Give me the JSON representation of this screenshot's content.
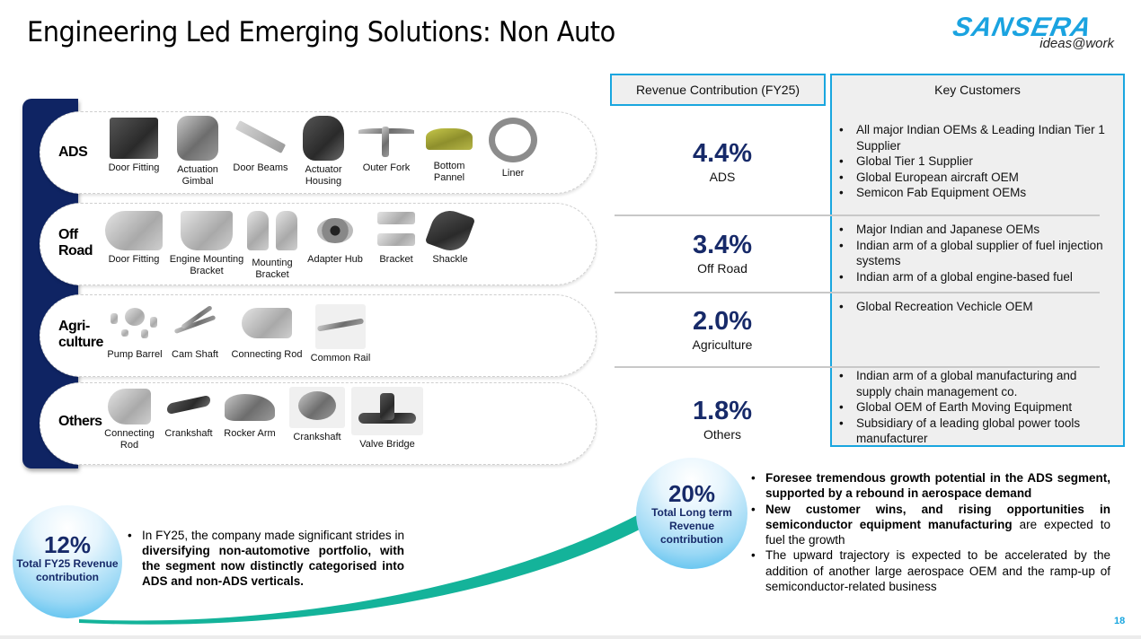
{
  "page": {
    "title": "Engineering Led Emerging Solutions: Non Auto",
    "page_number": "18"
  },
  "logo": {
    "brand": "SANSERA",
    "tagline": "ideas@work",
    "color": "#1aa3e0"
  },
  "segments": [
    {
      "label_line1": "ADS",
      "label_line2": "",
      "products": [
        {
          "name_line1": "Door Fitting",
          "name_line2": ""
        },
        {
          "name_line1": "Actuation",
          "name_line2": "Gimbal"
        },
        {
          "name_line1": "Door Beams",
          "name_line2": ""
        },
        {
          "name_line1": "Actuator",
          "name_line2": "Housing"
        },
        {
          "name_line1": "Outer Fork",
          "name_line2": ""
        },
        {
          "name_line1": "Bottom",
          "name_line2": "Pannel"
        },
        {
          "name_line1": "Liner",
          "name_line2": ""
        }
      ]
    },
    {
      "label_line1": "Off",
      "label_line2": "Road",
      "products": [
        {
          "name_line1": "Door Fitting",
          "name_line2": ""
        },
        {
          "name_line1": "Engine Mounting",
          "name_line2": "Bracket"
        },
        {
          "name_line1": "Mounting",
          "name_line2": "Bracket"
        },
        {
          "name_line1": "Adapter Hub",
          "name_line2": ""
        },
        {
          "name_line1": "Bracket",
          "name_line2": ""
        },
        {
          "name_line1": "Shackle",
          "name_line2": ""
        }
      ]
    },
    {
      "label_line1": "Agri-",
      "label_line2": "culture",
      "products": [
        {
          "name_line1": "Pump Barrel",
          "name_line2": ""
        },
        {
          "name_line1": "Cam Shaft",
          "name_line2": ""
        },
        {
          "name_line1": "Connecting Rod",
          "name_line2": ""
        },
        {
          "name_line1": "Common Rail",
          "name_line2": ""
        }
      ]
    },
    {
      "label_line1": "Others",
      "label_line2": "",
      "products": [
        {
          "name_line1": "Connecting",
          "name_line2": "Rod"
        },
        {
          "name_line1": "Crankshaft",
          "name_line2": ""
        },
        {
          "name_line1": "Rocker Arm",
          "name_line2": ""
        },
        {
          "name_line1": "Crankshaft",
          "name_line2": ""
        },
        {
          "name_line1": "Valve Bridge",
          "name_line2": ""
        }
      ]
    }
  ],
  "table": {
    "header_revenue": "Revenue Contribution (FY25)",
    "header_customers": "Key Customers",
    "rows": [
      {
        "pct": "4.4%",
        "segment": "ADS",
        "customers": [
          "All major Indian OEMs & Leading Indian Tier 1 Supplier",
          "Global Tier 1 Supplier",
          "Global European aircraft OEM",
          "Semicon Fab Equipment OEMs"
        ]
      },
      {
        "pct": "3.4%",
        "segment": "Off Road",
        "customers": [
          "Major Indian and Japanese OEMs",
          "Indian arm of a global supplier of fuel injection systems",
          "Indian arm of a global engine-based fuel"
        ]
      },
      {
        "pct": "2.0%",
        "segment": "Agriculture",
        "customers": [
          "Global Recreation Vechicle OEM"
        ]
      },
      {
        "pct": "1.8%",
        "segment": "Others",
        "customers": [
          "Indian arm of a global manufacturing and supply chain management co.",
          "Global OEM of Earth Moving Equipment",
          "Subsidiary of a leading global power tools manufacturer"
        ]
      }
    ]
  },
  "circle_fy25": {
    "value": "12%",
    "label_line1": "Total FY25 Revenue",
    "label_line2": "contribution"
  },
  "circle_longterm": {
    "value": "20%",
    "label_line1": "Total Long term",
    "label_line2": "Revenue",
    "label_line3": "contribution"
  },
  "bullets_left": [
    {
      "plain_before": "In FY25, the company made significant strides in ",
      "bold": "diversifying non-automotive portfolio, with the segment now distinctly categorised into ADS and non-ADS verticals.",
      "plain_after": ""
    }
  ],
  "bullets_right": [
    {
      "plain_before": "",
      "bold": "Foresee tremendous growth potential in the ADS segment, supported by a rebound in aerospace demand",
      "plain_after": ""
    },
    {
      "plain_before": "",
      "bold": "New customer wins, and rising opportunities in semiconductor equipment manufacturing",
      "plain_after": " are expected to fuel the growth"
    },
    {
      "plain_before": "The upward trajectory is expected to be accelerated by the addition of another large aerospace OEM and the ramp-up of semiconductor-related business",
      "bold": "",
      "plain_after": ""
    }
  ],
  "colors": {
    "navy": "#0f2463",
    "accent_blue": "#19a6df",
    "pct_text": "#172a69",
    "swoosh_green": "#14b39a",
    "table_fill": "#efefef"
  }
}
